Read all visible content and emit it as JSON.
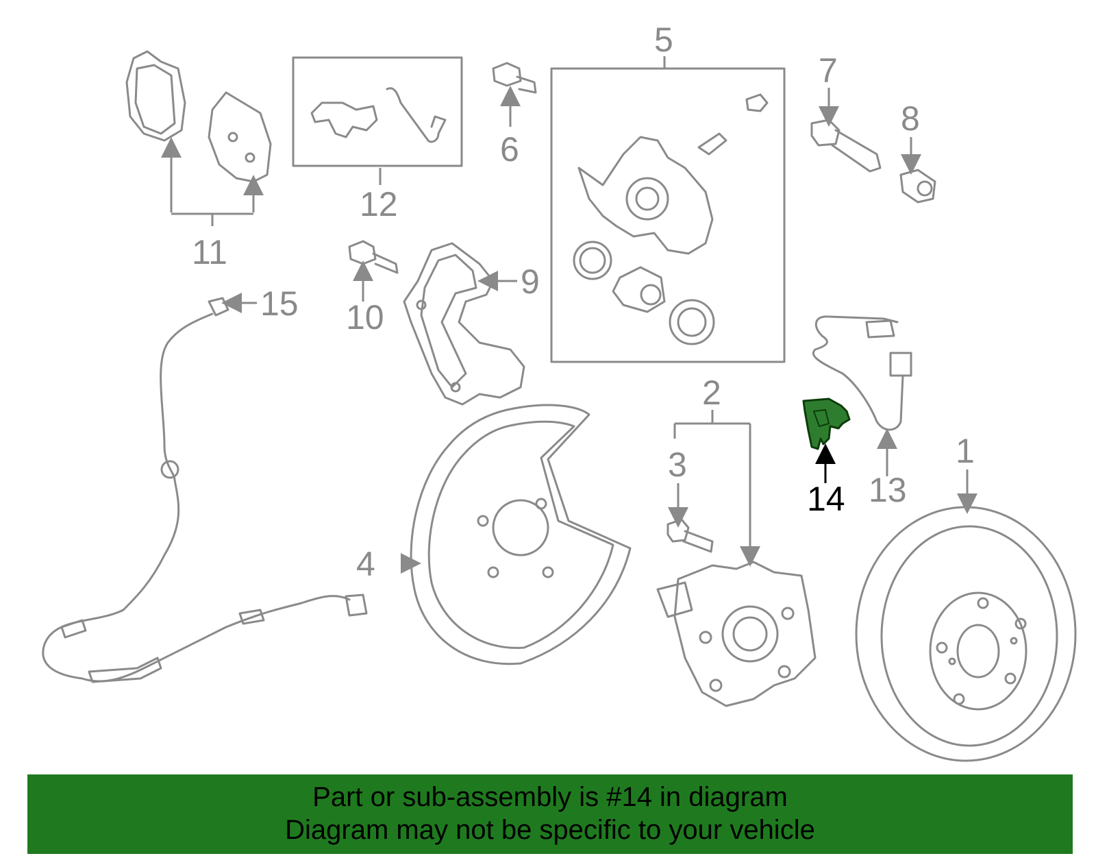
{
  "diagram": {
    "labels": {
      "p1": "1",
      "p2": "2",
      "p3": "3",
      "p4": "4",
      "p5": "5",
      "p6": "6",
      "p7": "7",
      "p8": "8",
      "p9": "9",
      "p10": "10",
      "p11": "11",
      "p12": "12",
      "p13": "13",
      "p14": "14",
      "p15": "15"
    },
    "highlight_color": "#2e7d2e",
    "line_color": "#8a8a8a"
  },
  "banner": {
    "line1": "Part or sub-assembly is #14 in diagram",
    "line2": "Diagram may not be specific to your vehicle",
    "background": "#1f7a1f"
  }
}
